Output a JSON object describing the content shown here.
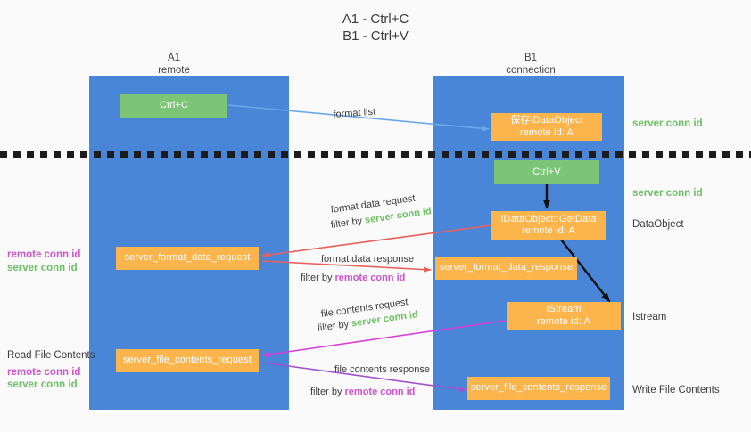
{
  "title": {
    "line1": "A1 - Ctrl+C",
    "line2": "B1 - Ctrl+V"
  },
  "columns": [
    {
      "name": "A1",
      "sublabel": "remote"
    },
    {
      "name": "B1",
      "sublabel": "connection"
    }
  ],
  "colors": {
    "lane": "#4a86d8",
    "green_box": "#7cc576",
    "orange_box": "#fcb44d",
    "server_conn_id": "#6cbf63",
    "remote_conn_id": "#cc55cc",
    "arrow_blue": "#6aa9e9",
    "arrow_red": "#e8605a",
    "arrow_magenta": "#d83fd8",
    "arrow_purple": "#a152cc",
    "arrow_black": "#111111",
    "background": "#fafafa"
  },
  "nodes": {
    "ctrl_c": {
      "label": "Ctrl+C"
    },
    "save_idataobject": {
      "line1": "保存IDataObject",
      "line2": "remote id: A"
    },
    "ctrl_v": {
      "label": "Ctrl+V"
    },
    "getdata": {
      "line1": "IDataObject::GetData",
      "line2": "remote id: A"
    },
    "server_format_data_request": {
      "label": "server_format_data_request"
    },
    "server_format_data_response": {
      "label": "server_format_data_response"
    },
    "istream": {
      "line1": "IStream",
      "line2": "remote id: A"
    },
    "server_file_contents_request": {
      "label": "server_file_contents_request"
    },
    "server_file_contents_response": {
      "label": "server_file_contents_response"
    }
  },
  "right_labels": {
    "server_conn_id_1": "server conn id",
    "server_conn_id_2": "server conn id",
    "dataobject": "DataObject",
    "istream": "Istream",
    "write_file_contents": "Write File Contents"
  },
  "left_labels": {
    "remote_conn_id_1": "remote conn id",
    "server_conn_id_1": "server conn id",
    "read_file_contents": "Read File Contents",
    "remote_conn_id_2": "remote conn id",
    "server_conn_id_2": "server conn id"
  },
  "edges": {
    "format_list": "format list",
    "format_data_request": "format data request",
    "format_data_request_filter_prefix": "filter by ",
    "format_data_request_filter_value": "server conn id",
    "format_data_response": "format data response",
    "format_data_response_filter_prefix": "filter by ",
    "format_data_response_filter_value": "remote conn id",
    "file_contents_request": "file contents request",
    "file_contents_request_filter_prefix": "filter by ",
    "file_contents_request_filter_value": "server conn id",
    "file_contents_response": "file contents response",
    "file_contents_response_filter_prefix": "filter by ",
    "file_contents_response_filter_value": "remote conn id"
  }
}
